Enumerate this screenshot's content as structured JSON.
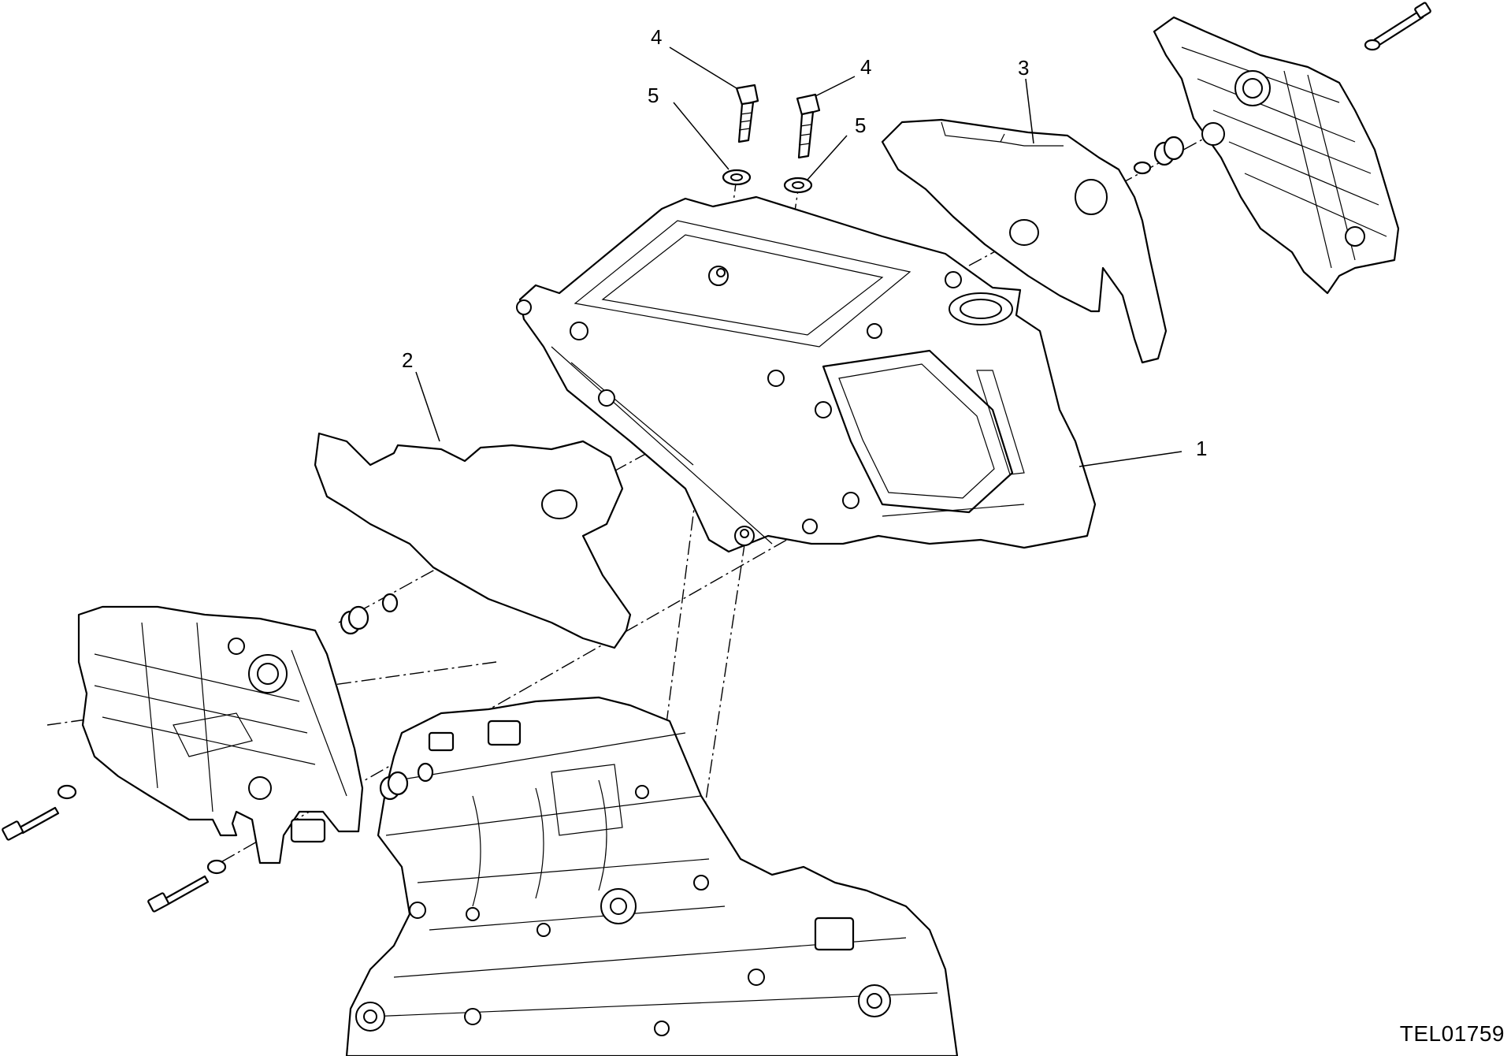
{
  "callouts": {
    "c1": "1",
    "c2": "2",
    "c3": "3",
    "c4a": "4",
    "c4b": "4",
    "c5a": "5",
    "c5b": "5"
  },
  "reference_code": "TEL01759"
}
